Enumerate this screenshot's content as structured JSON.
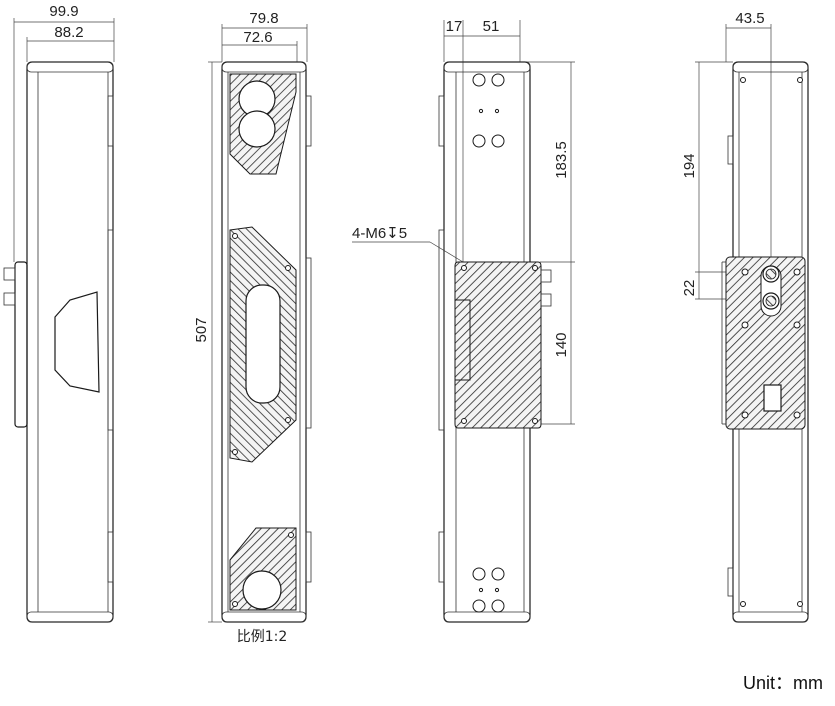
{
  "dimensions": {
    "width_outer": "99.9",
    "width_inner": "88.2",
    "front_width": "79.8",
    "front_inner_width": "72.6",
    "length": "507",
    "offset_17": "17",
    "offset_51": "51",
    "spacing_183": "183.5",
    "spacing_140": "140",
    "side_width": "43.5",
    "height_194": "194",
    "height_22": "22"
  },
  "notes": {
    "thread_callout": "4-M6↧5",
    "scale": "比例1:2",
    "unit": "Unit：mm"
  },
  "views": [
    "side-view",
    "front-view",
    "back-view",
    "end-view"
  ],
  "colors": {
    "line": "#1a1a1a",
    "background": "#ffffff"
  }
}
